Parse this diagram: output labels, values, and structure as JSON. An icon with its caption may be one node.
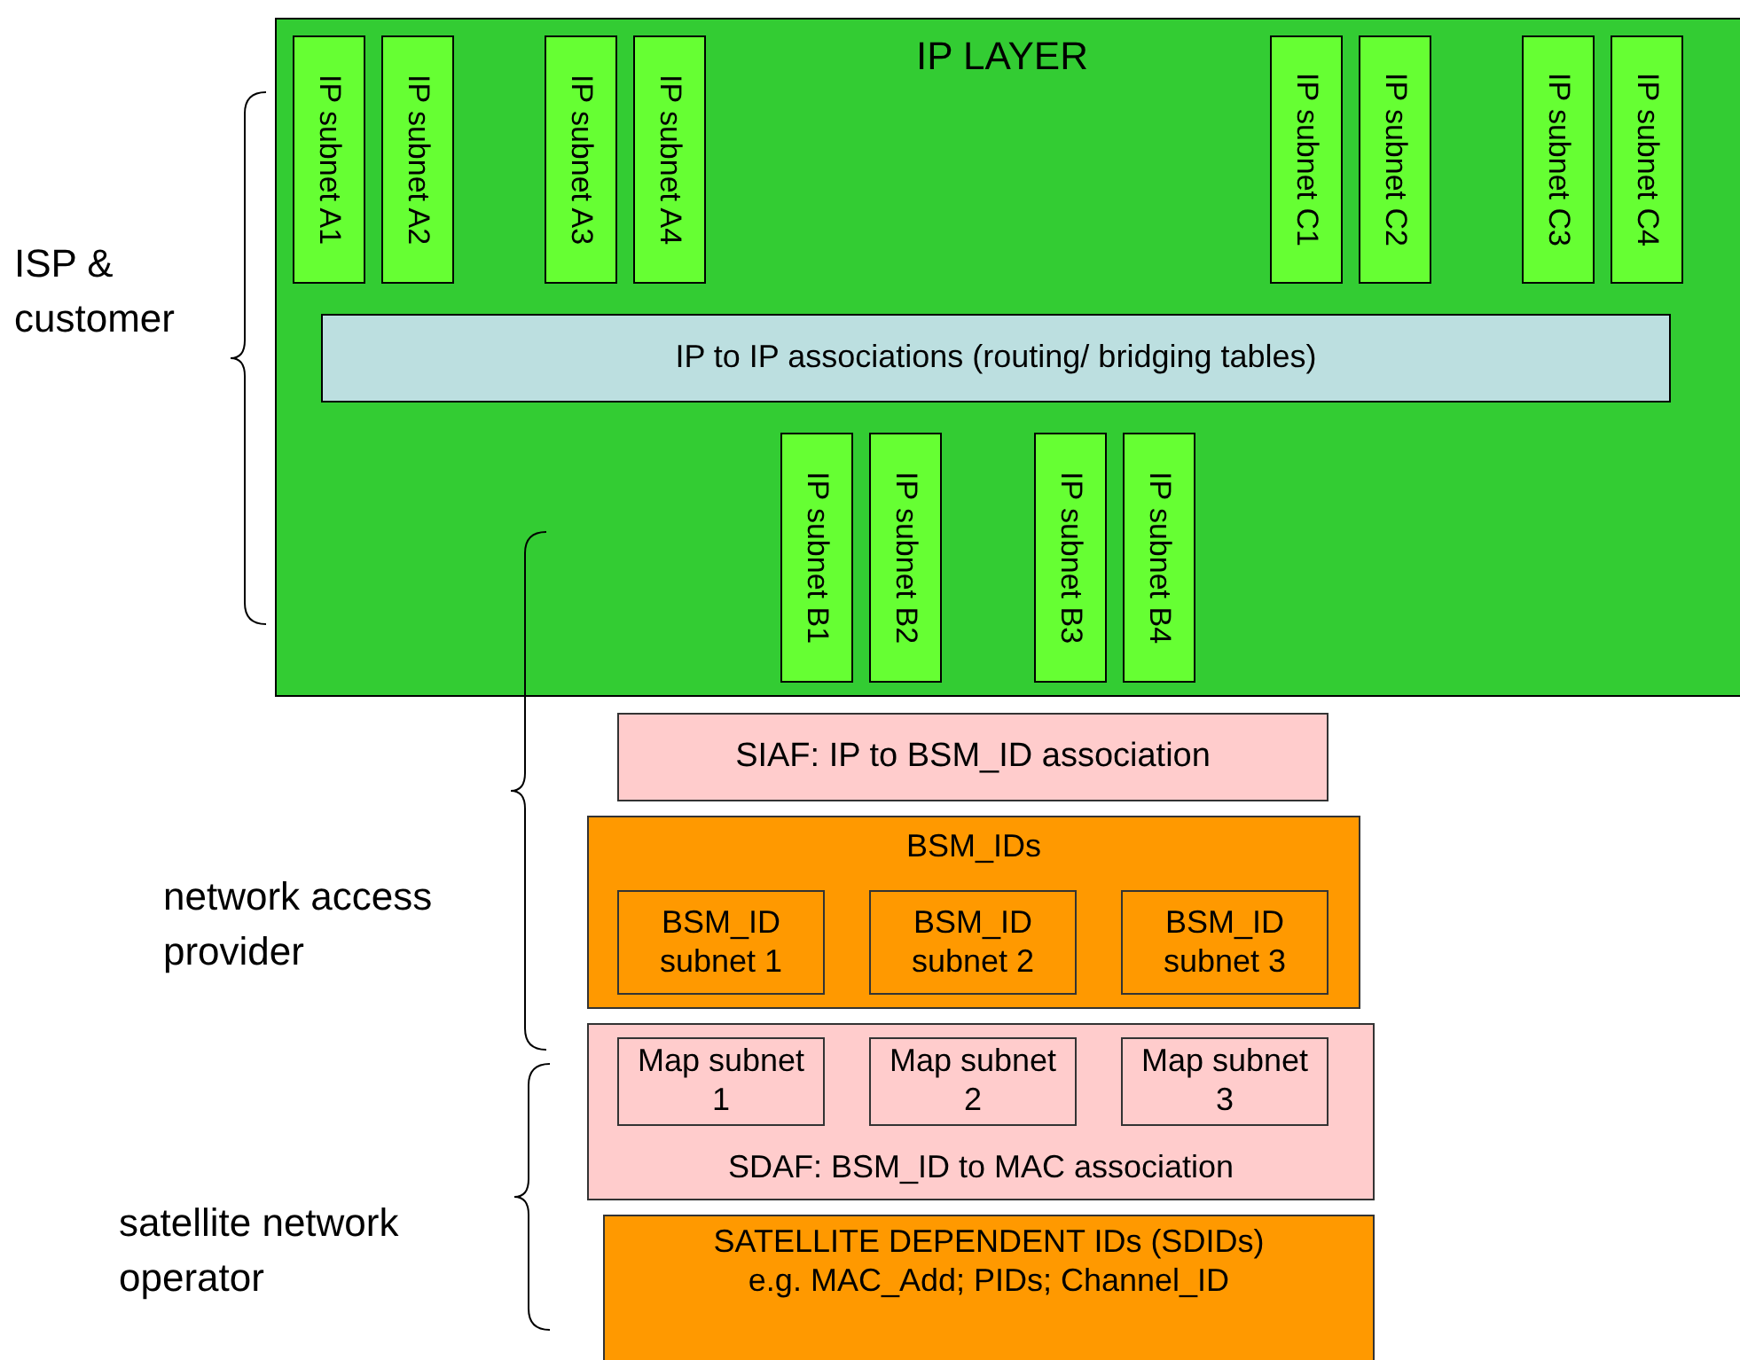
{
  "diagram": {
    "nodes": [
      {
        "text": [
          "IP LAYER"
        ]
      },
      {
        "text": [
          "IP subnet A1"
        ],
        "in": 0
      },
      {
        "text": [
          "IP subnet A2"
        ],
        "in": 0
      },
      {
        "text": [
          "IP subnet A3"
        ],
        "in": 0
      },
      {
        "text": [
          "IP subnet A4"
        ],
        "in": 0
      },
      {
        "text": [
          "IP subnet C1"
        ],
        "in": 0
      },
      {
        "text": [
          "IP subnet C2"
        ],
        "in": 0
      },
      {
        "text": [
          "IP subnet C3"
        ],
        "in": 0
      },
      {
        "text": [
          "IP subnet C4"
        ],
        "in": 0
      },
      {
        "text": [
          "IP to IP associations (routing/ bridging tables)"
        ],
        "in": 0
      },
      {
        "text": [
          "IP subnet B1"
        ],
        "in": 0
      },
      {
        "text": [
          "IP subnet B2"
        ],
        "in": 0
      },
      {
        "text": [
          "IP subnet B3"
        ],
        "in": 0
      },
      {
        "text": [
          "IP subnet B4"
        ],
        "in": 0
      },
      {
        "text": [
          "SIAF: IP to BSM_ID association"
        ]
      },
      {
        "text": [
          "BSM_IDs"
        ]
      },
      {
        "text": [
          "BSM_ID subnet 1"
        ],
        "in": 15
      },
      {
        "text": [
          "BSM_ID subnet 2"
        ],
        "in": 15
      },
      {
        "text": [
          "BSM_ID subnet 3"
        ],
        "in": 15
      },
      {
        "text": [
          "SDAF: BSM_ID to MAC association"
        ]
      },
      {
        "text": [
          "Map subnet 1"
        ],
        "in": 19
      },
      {
        "text": [
          "Map subnet 2"
        ],
        "in": 19
      },
      {
        "text": [
          "Map subnet 3"
        ],
        "in": 19
      },
      {
        "text": [
          "SATELLITE DEPENDENT IDs (SDIDs)",
          "e.g. MAC_Add; PIDs; Channel_ID"
        ]
      }
    ],
    "edges": [],
    "labels": [
      "ISP & customer",
      "network access provider",
      "satellite network operator"
    ]
  }
}
